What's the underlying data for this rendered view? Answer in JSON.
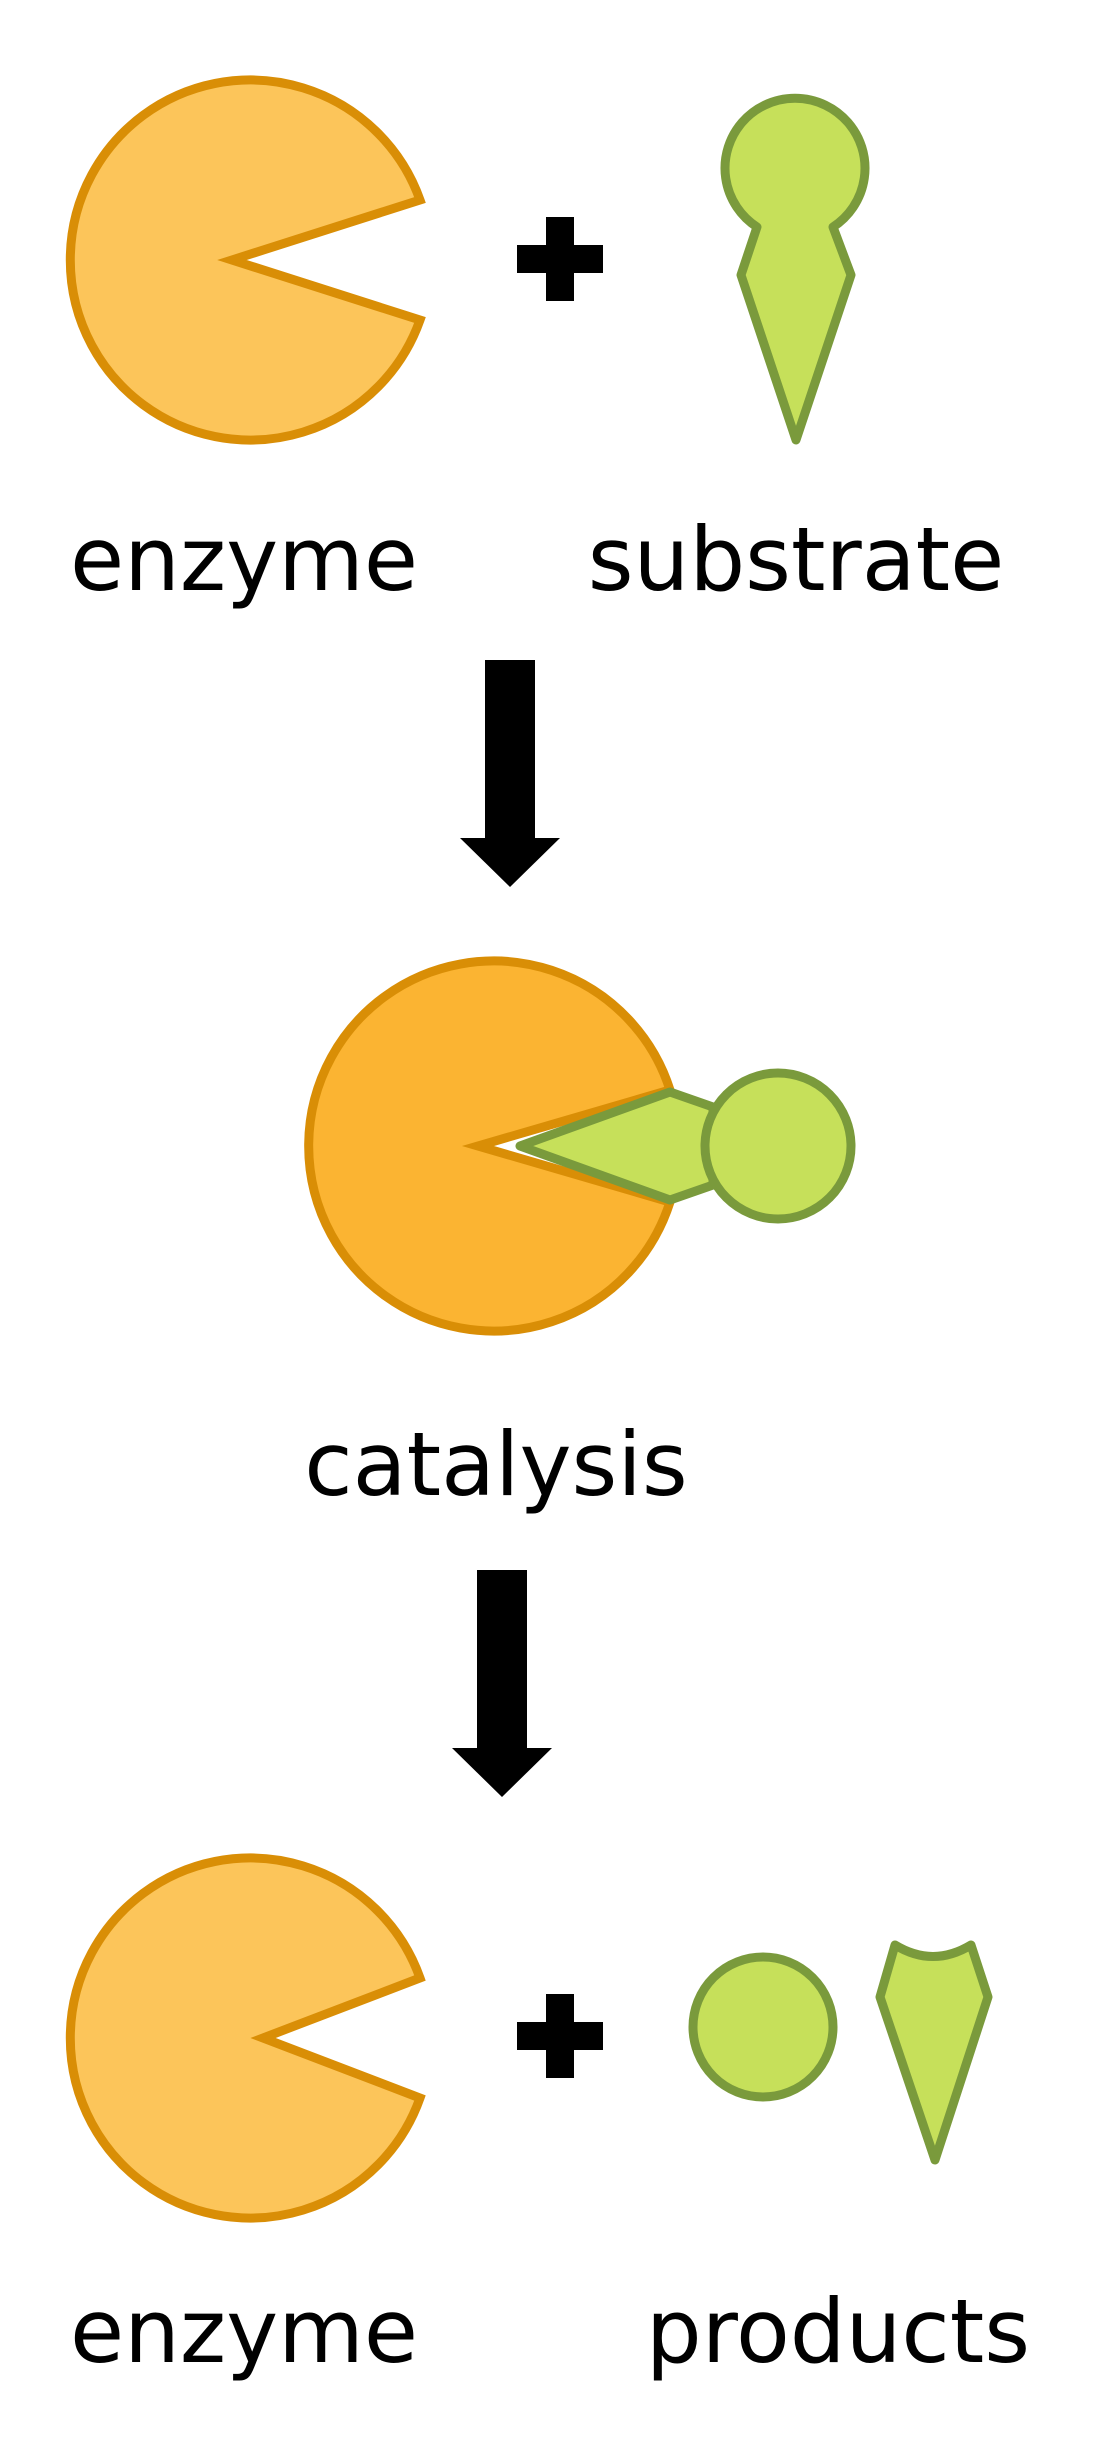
{
  "diagram": {
    "title": "",
    "labels": {
      "enzyme_top": "enzyme",
      "substrate": "substrate",
      "catalysis": "catalysis",
      "enzyme_bottom": "enzyme",
      "products": "products"
    }
  },
  "colors": {
    "enzyme_fill": "#FCC55A",
    "enzyme_fill_bound": "#FBB432",
    "enzyme_stroke": "#D98E06",
    "substrate_fill": "#C6E05A",
    "substrate_stroke": "#7A9A3C",
    "arrow": "#000000",
    "text": "#000000"
  },
  "icons": {
    "enzyme": "pacman-enzyme-icon",
    "substrate": "keyhole-substrate-icon",
    "plus": "plus-icon",
    "arrow": "down-arrow-icon"
  }
}
